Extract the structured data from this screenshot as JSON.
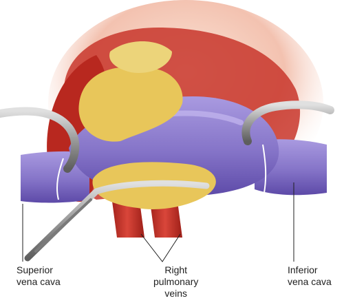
{
  "labels": {
    "superior_vena_cava": {
      "line1": "Superior",
      "line2": "vena cava"
    },
    "right_pulmonary_veins": {
      "line1": "Right",
      "line2": "pulmonary",
      "line3": "veins"
    },
    "inferior_vena_cava": {
      "line1": "Inferior",
      "line2": "vena cava"
    }
  },
  "colors": {
    "background": "#ffffff",
    "vein_purple": "#8f7dd0",
    "vein_dark": "#5d4aa8",
    "muscle_red": "#c8362c",
    "fat_yellow": "#e8c65a",
    "instrument_gray": "#9a9a9a",
    "label_text": "#1e1e1e"
  }
}
